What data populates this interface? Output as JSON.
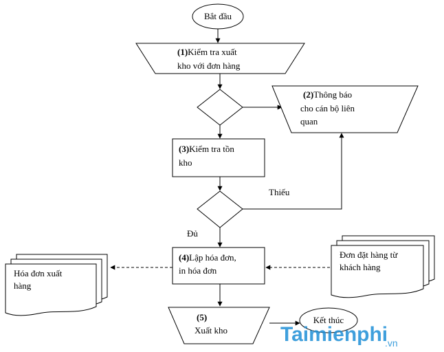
{
  "nodes": {
    "start": {
      "label": "Bắt đầu"
    },
    "step1": {
      "num": "(1)",
      "line1": "Kiểm tra xuất",
      "line2": "kho với đơn hàng"
    },
    "step2": {
      "num": "(2)",
      "line1": "Thông báo",
      "line2": "cho cán bộ liên",
      "line3": "quan"
    },
    "step3": {
      "num": "(3)",
      "line1": "Kiểm tra tồn",
      "line2": "kho"
    },
    "step4": {
      "num": "(4)",
      "line1": "Lập hóa đơn,",
      "line2": "in hóa đơn"
    },
    "step5": {
      "num": "(5)",
      "line1": "Xuất kho"
    },
    "end": {
      "label": "Kết thúc"
    },
    "invoice_doc": {
      "line1": "Hóa đơn xuất",
      "line2": "hàng"
    },
    "order_doc": {
      "line1": "Đơn đặt hàng từ",
      "line2": "khách hàng"
    }
  },
  "edges": {
    "insufficient": "Thiếu",
    "sufficient": "Đủ"
  },
  "watermark": {
    "brand": "Taimienphi",
    "suffix": ".vn"
  }
}
